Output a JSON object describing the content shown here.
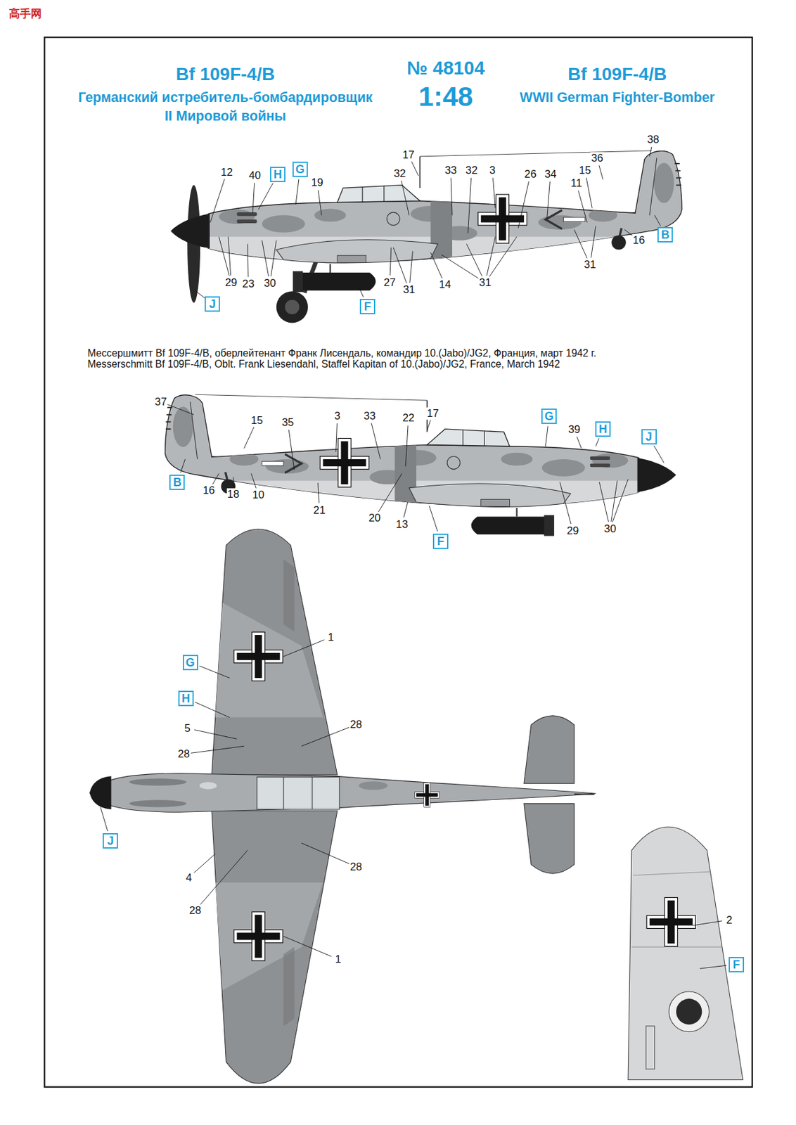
{
  "diagram": {
    "title": "Bf 109F-4/B",
    "caption": "Messerschmitt Bf 109F-4/B, Oblt. Frank Liesendahl, Staffel Kapitan of 10.(Jabo)/JG2, France, March 1942",
    "nodes": [
      {
        "text": [
          "H"
        ]
      },
      {
        "text": [
          "G"
        ]
      },
      {
        "text": [
          "B"
        ]
      },
      {
        "text": [
          "J"
        ]
      },
      {
        "text": [
          "F"
        ]
      },
      {
        "text": [
          "G"
        ]
      },
      {
        "text": [
          "H"
        ]
      },
      {
        "text": [
          "J"
        ]
      },
      {
        "text": [
          "B"
        ]
      },
      {
        "text": [
          "F"
        ]
      },
      {
        "text": [
          "G"
        ]
      },
      {
        "text": [
          "H"
        ]
      },
      {
        "text": [
          "J"
        ]
      },
      {
        "text": [
          "F"
        ]
      }
    ],
    "labels": [
      "Германский истребитель-бомбардировщик",
      "II Мировой войны",
      "№ 48104",
      "1:48",
      "Bf 109F-4/B",
      "WWII German Fighter-Bomber",
      "Мессершмитт Bf 109F-4/B, оберлейтенант Франк Лисендаль, командир 10.(Jabo)/JG2, Франция, март 1942 г.",
      "12",
      "40",
      "19",
      "17",
      "32",
      "33",
      "32",
      "3",
      "26",
      "34",
      "38",
      "36",
      "15",
      "11",
      "29",
      "23",
      "30",
      "27",
      "31",
      "14",
      "31",
      "16",
      "31",
      "37",
      "15",
      "35",
      "3",
      "33",
      "22",
      "17",
      "39",
      "16",
      "18",
      "10",
      "21",
      "20",
      "13",
      "29",
      "30",
      "1",
      "5",
      "28",
      "28",
      "4",
      "28",
      "28",
      "1",
      "2",
      "高手网"
    ]
  }
}
